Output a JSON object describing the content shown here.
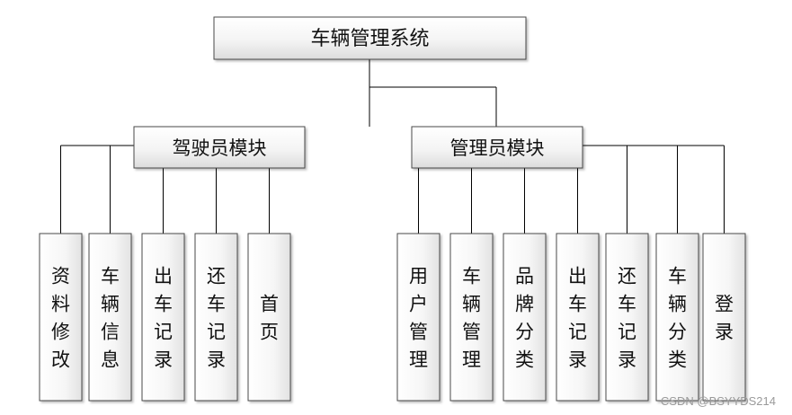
{
  "diagram": {
    "root": "车辆管理系统",
    "modules": [
      {
        "label": "驾驶员模块",
        "children": [
          "资料修改",
          "车辆信息",
          "出车记录",
          "还车记录",
          "首页"
        ]
      },
      {
        "label": "管理员模块",
        "children": [
          "用户管理",
          "车辆管理",
          "品牌分类",
          "出车记录",
          "还车记录",
          "车辆分类",
          "登录"
        ]
      }
    ]
  },
  "watermark": "CSDN @BSYYDS214"
}
